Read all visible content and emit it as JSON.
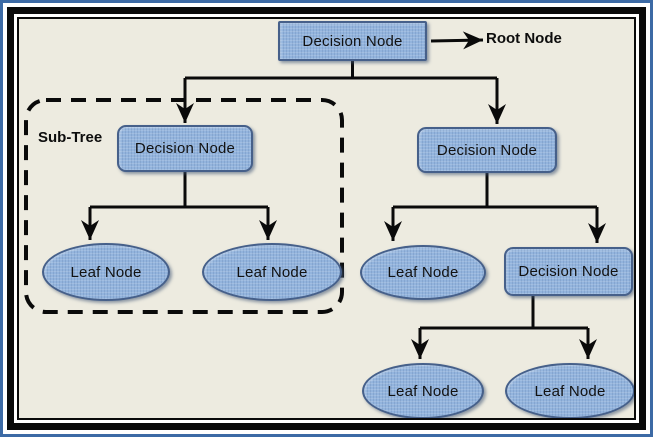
{
  "diagram": {
    "background_color": "#edebe0",
    "frame": {
      "blue": "#3c6aa5",
      "black": "#0a0a0a"
    },
    "node_style": {
      "fill": "#93b4dd",
      "border": "#46608a",
      "text_color": "#121212",
      "connector": "#0a0a0a"
    },
    "root": "Decision Node",
    "root_annotation": "Root Node",
    "subtree": {
      "label": "Sub-Tree",
      "decision": "Decision Node",
      "leaf_1": "Leaf Node",
      "leaf_2": "Leaf Node"
    },
    "right_branch": {
      "decision": "Decision Node",
      "leaf": "Leaf Node",
      "sub_decision": "Decision Node",
      "sub_leaf_1": "Leaf Node",
      "sub_leaf_2": "Leaf Node"
    }
  }
}
